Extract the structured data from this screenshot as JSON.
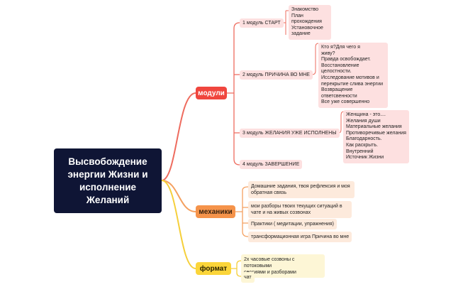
{
  "root": {
    "title": "Высвобождение энергии Жизни и исполнение Желаний"
  },
  "colors": {
    "root_bg": "#0f1535",
    "branch_modules": "#f0463e",
    "branch_mechanics": "#f5934a",
    "branch_format": "#fbd53a",
    "link_modules": "#ee6b5e",
    "link_mechanics": "#f4a060",
    "link_format": "#f5cf3a"
  },
  "branches": {
    "modules": {
      "label": "модули",
      "children": [
        {
          "label": "1 модуль СТАРТ",
          "details": "Знакомство\nПлан\nпрохождения\nУстановочное\nзадание"
        },
        {
          "label": "2 модуль ПРИЧИНА ВО МНЕ",
          "details": "Кто я?Для чего я\nживу?\nПравда освобождает.\nВосстановление\nцелостности.\nИсследование мотивов и\nперекрытие слива энергии\nВозвращение\nответсвенности\nВсе уже совершенно"
        },
        {
          "label": "3 модуль ЖЕЛАНИЯ УЖЕ ИСПОЛНЕНЫ",
          "details": "Женщина - это....\nЖелания души\nМатериальные желания\nПротиворечивые желания\nБлагодарность.\nКак раскрыть. Внутренний\nИсточник Жизни"
        },
        {
          "label": "4 модуль ЗАВЕРШЕНИЕ"
        }
      ]
    },
    "mechanics": {
      "label": "механики",
      "children": [
        {
          "label": "Домашние задания, твоя рефлексия и моя\nобратная связь"
        },
        {
          "label": "мои разборы твоих текущих ситуаций в\nчате и на живых созвонах"
        },
        {
          "label": "Практики ( медитации, упражнения)"
        },
        {
          "label": "трансформационная игра Причина во мне"
        }
      ]
    },
    "format": {
      "label": "формат",
      "children": [
        {
          "label": "2х часовые созвоны с потоковыми\nсессиями и разборами"
        },
        {
          "label": "чат"
        }
      ]
    }
  }
}
